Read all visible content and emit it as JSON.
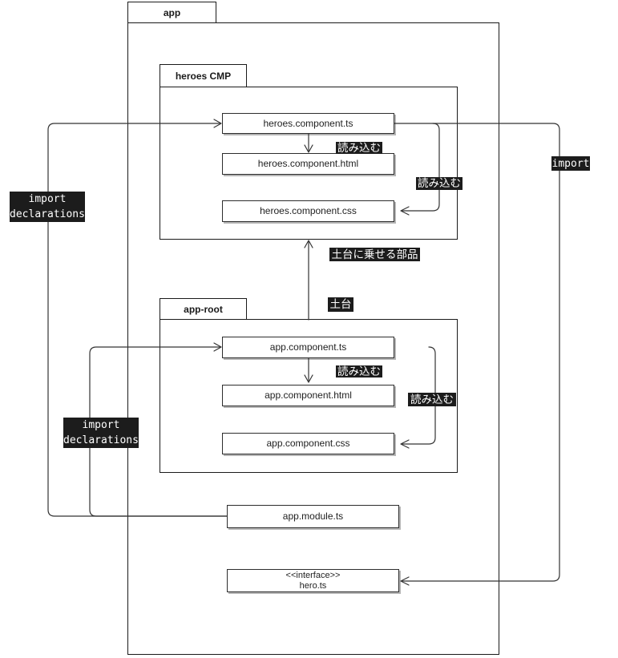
{
  "diagram": {
    "packages": {
      "app": {
        "label": "app"
      },
      "heroes_cmp": {
        "label": "heroes CMP"
      },
      "app_root": {
        "label": "app-root"
      }
    },
    "nodes": {
      "heroes_component_ts": {
        "label": "heroes.component.ts"
      },
      "heroes_component_html": {
        "label": "heroes.component.html"
      },
      "heroes_component_css": {
        "label": "heroes.component.css"
      },
      "app_component_ts": {
        "label": "app.component.ts"
      },
      "app_component_html": {
        "label": "app.component.html"
      },
      "app_component_css": {
        "label": "app.component.css"
      },
      "app_module_ts": {
        "label": "app.module.ts"
      },
      "hero_ts": {
        "stereotype": "<<interface>>",
        "label": "hero.ts"
      }
    },
    "edge_labels": {
      "heroes_load_html": "読み込む",
      "heroes_load_css": "読み込む",
      "parts_on_base": "土台に乗せる部品",
      "base": "土台",
      "app_load_html": "読み込む",
      "app_load_css": "読み込む",
      "import_declarations_heroes": "import\ndeclarations",
      "import_declarations_app": "import\ndeclarations",
      "import_hero": "import"
    },
    "colors": {
      "background": "#ffffff",
      "line": "#333333",
      "box_border": "#2d2d2d",
      "box_fill": "#ffffff",
      "label_bg": "#1c1c1c",
      "label_text": "#ffffff"
    }
  }
}
